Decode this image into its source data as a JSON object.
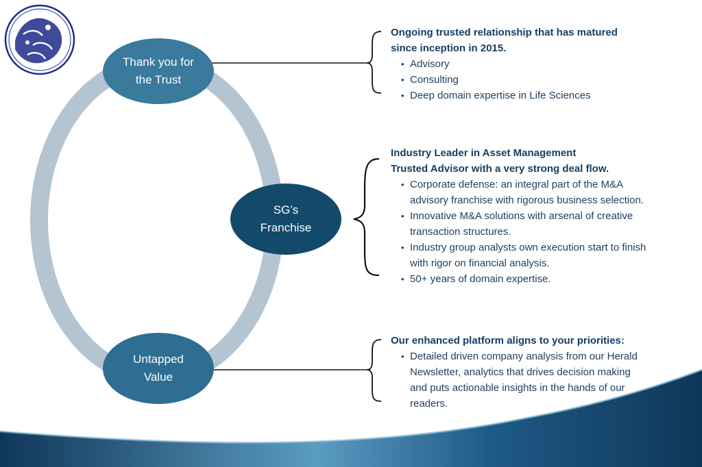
{
  "colors": {
    "ring": "#b4c4d1",
    "node_top": "#3a7a9c",
    "node_middle": "#134a6b",
    "node_bottom": "#2e6e92",
    "heading_text": "#163f63",
    "body_text": "#1d3d5e",
    "wave_dark": "#0f3658",
    "wave_light": "#5b9cc2"
  },
  "logo": {
    "icon": "mythological-seal-logo"
  },
  "nodes": {
    "top": {
      "label": "Thank you for\nthe Trust"
    },
    "middle": {
      "label": "SG’s\nFranchise"
    },
    "bottom": {
      "label": "Untapped\nValue"
    }
  },
  "blocks": {
    "top": {
      "headings": [
        "Ongoing trusted relationship that has matured",
        "since inception in 2015."
      ],
      "bullets": [
        [
          "Advisory"
        ],
        [
          "Consulting"
        ],
        [
          "Deep domain expertise in Life Sciences"
        ]
      ]
    },
    "middle": {
      "headings": [
        "Industry Leader in Asset Management",
        "Trusted Advisor with a very strong deal flow."
      ],
      "bullets": [
        [
          "Corporate defense: an integral part of the M&A",
          "advisory franchise with rigorous business selection."
        ],
        [
          "Innovative M&A solutions with arsenal of creative",
          "transaction structures."
        ],
        [
          "Industry group analysts own execution start to finish",
          "with rigor on financial analysis."
        ],
        [
          "50+ years of domain expertise."
        ]
      ]
    },
    "bottom": {
      "headings": [
        "Our enhanced platform aligns to your priorities:"
      ],
      "bullets": [
        [
          "Detailed driven company analysis from our Herald",
          "Newsletter, analytics that drives decision making",
          "and puts actionable insights in the hands of our",
          "readers."
        ]
      ]
    }
  }
}
